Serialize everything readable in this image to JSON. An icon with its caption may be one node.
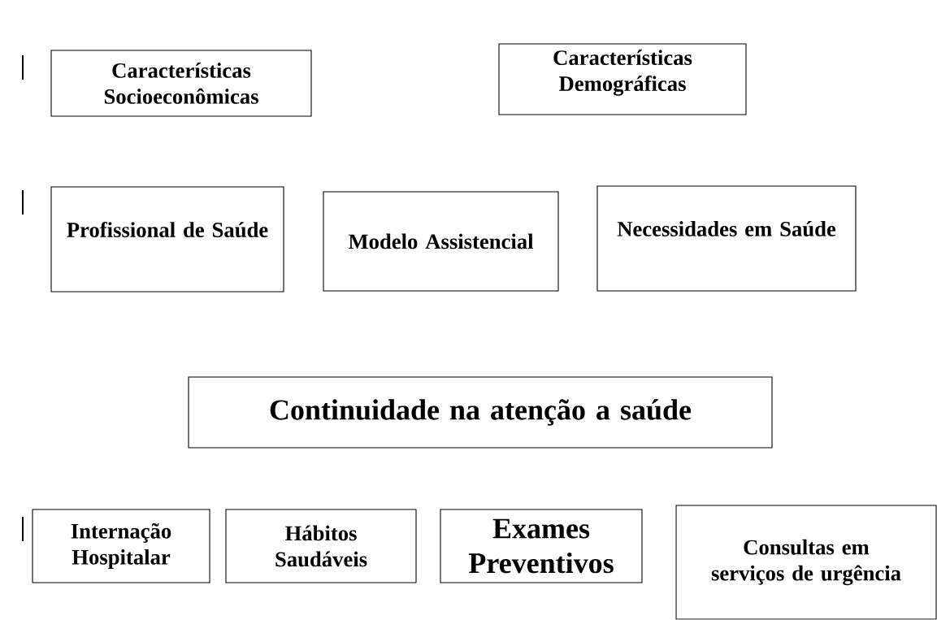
{
  "diagram": {
    "nodes": [
      {
        "text": [
          "Características Socioeconômicas"
        ]
      },
      {
        "text": [
          "Características Demográficas"
        ]
      },
      {
        "text": [
          "Profissional de Saúde"
        ]
      },
      {
        "text": [
          "Modelo Assistencial"
        ]
      },
      {
        "text": [
          "Necessidades em Saúde"
        ]
      },
      {
        "text": [
          "Continuidade na atenção a saúde"
        ]
      },
      {
        "text": [
          "Internação Hospitalar"
        ]
      },
      {
        "text": [
          "Hábitos Saudáveis"
        ]
      },
      {
        "text": [
          "Exames Preventivos"
        ]
      },
      {
        "text": [
          "Consultas em serviços de urgência"
        ]
      }
    ]
  }
}
